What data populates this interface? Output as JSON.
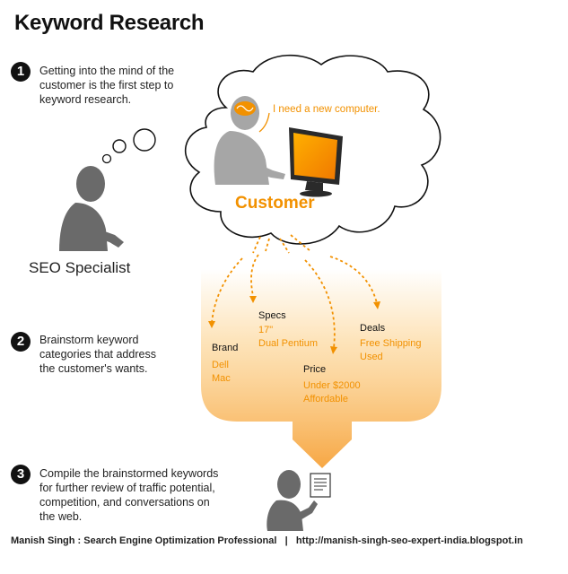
{
  "title": "Keyword Research",
  "steps": [
    {
      "number": "1",
      "lines": [
        "Getting into the mind of the",
        "customer is the first step to",
        "keyword research."
      ]
    },
    {
      "number": "2",
      "lines": [
        "Brainstorm keyword",
        "categories that address",
        "the customer's wants."
      ]
    },
    {
      "number": "3",
      "lines": [
        "Compile the brainstormed keywords",
        "for further review of traffic potential,",
        "competition, and conversations on",
        "the web."
      ]
    }
  ],
  "customer": {
    "label": "Customer",
    "thought": "I need a new computer."
  },
  "specialist": {
    "label": "SEO Specialist"
  },
  "categories": [
    {
      "name": "Brand",
      "keywords": [
        "Dell",
        "Mac"
      ]
    },
    {
      "name": "Specs",
      "keywords": [
        "17\"",
        "Dual Pentium"
      ]
    },
    {
      "name": "Price",
      "keywords": [
        "Under $2000",
        "Affordable"
      ]
    },
    {
      "name": "Deals",
      "keywords": [
        "Free Shipping",
        "Used"
      ]
    }
  ],
  "footer": {
    "author": "Manish Singh : Search Engine Optimization Professional",
    "separator": "|",
    "url": "http://manish-singh-seo-expert-india.blogspot.in"
  },
  "colors": {
    "orange": "#F29100",
    "gray": "#8c8c8c",
    "dark_gray": "#5a5a5a",
    "cloud_outline": "#111111"
  }
}
